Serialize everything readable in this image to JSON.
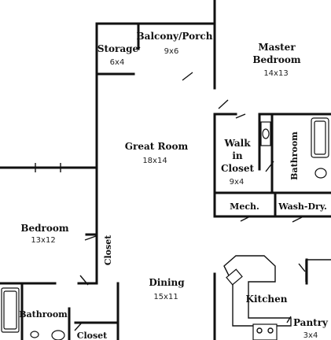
{
  "rooms": {
    "storage": {
      "name": "Storage",
      "size": "6x4"
    },
    "balcony": {
      "name": "Balcony/Porch",
      "size": "9x6"
    },
    "master": {
      "name1": "Master",
      "name2": "Bedroom",
      "size": "14x13"
    },
    "great_room": {
      "name": "Great Room",
      "size": "18x14"
    },
    "walk_in_closet": {
      "name1": "Walk",
      "name2": "in",
      "name3": "Closet",
      "size": "9x4"
    },
    "master_bath": {
      "name": "Bathroom"
    },
    "mech": {
      "name": "Mech."
    },
    "wash_dry": {
      "name": "Wash-Dry."
    },
    "bedroom": {
      "name": "Bedroom",
      "size": "13x12"
    },
    "bedroom_closet": {
      "name": "Closet"
    },
    "dining": {
      "name": "Dining",
      "size": "15x11"
    },
    "kitchen": {
      "name": "Kitchen"
    },
    "pantry": {
      "name": "Pantry",
      "size": "3x4"
    },
    "bathroom2": {
      "name": "Bathroom"
    },
    "closet2": {
      "name": "Closet"
    }
  }
}
